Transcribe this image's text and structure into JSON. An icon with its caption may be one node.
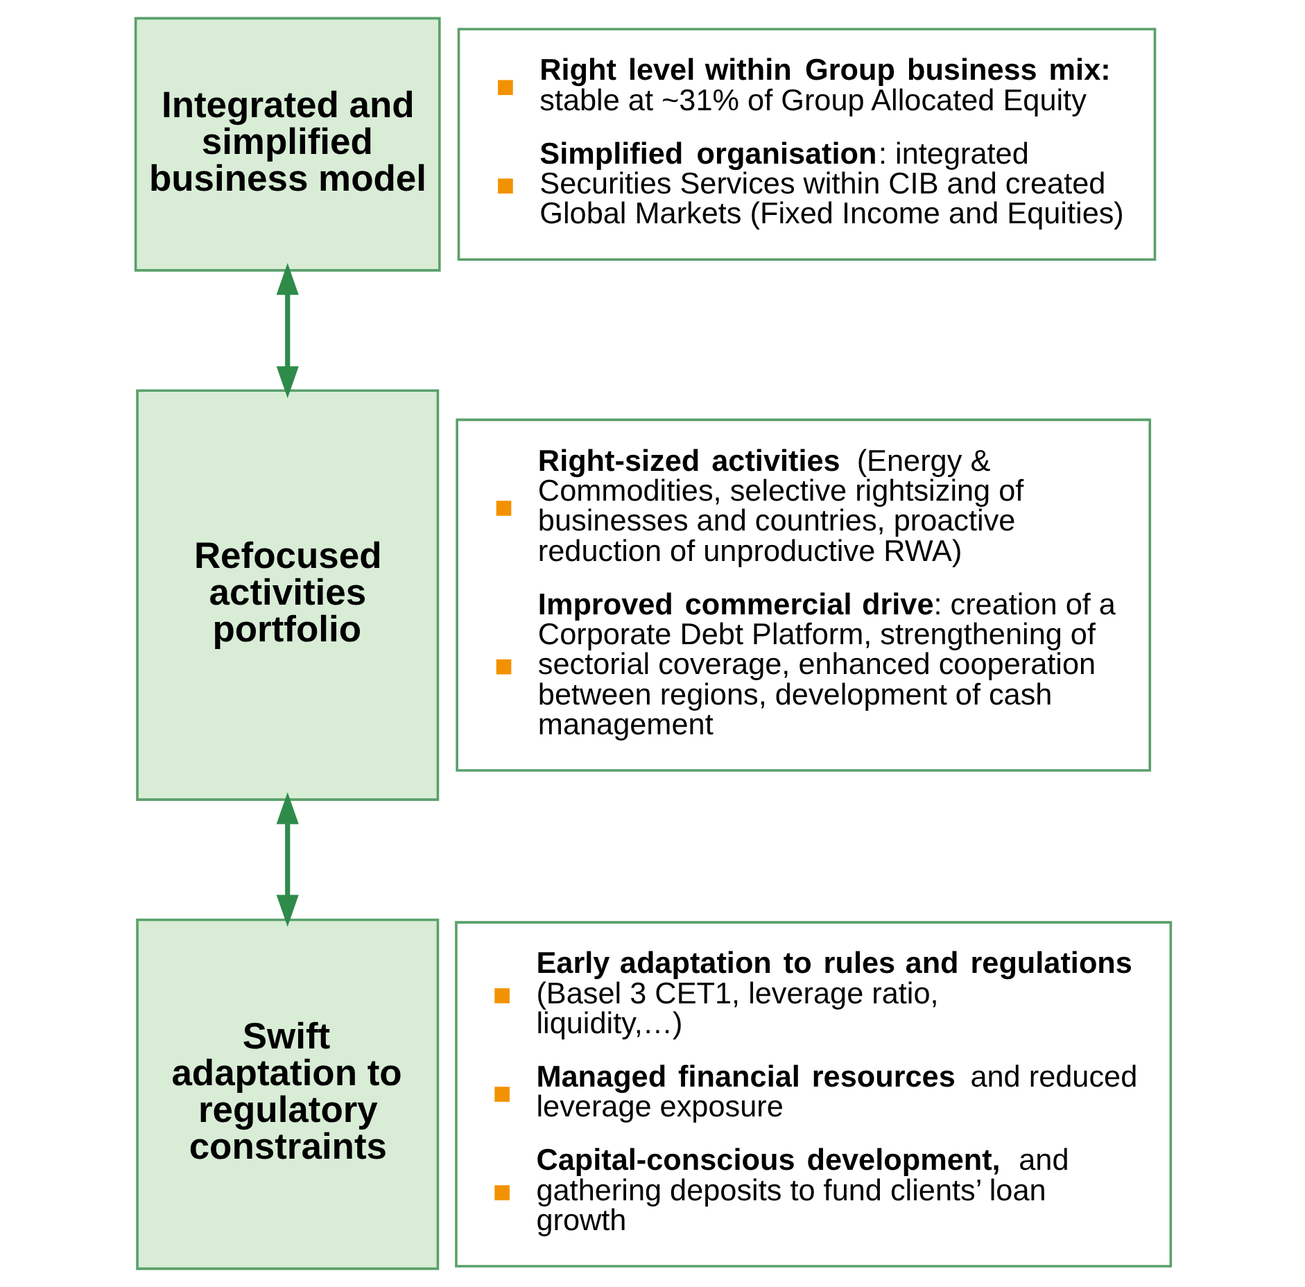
{
  "diagram": {
    "nodes": [
      {
        "text": [
          "Integrated and simplified business model"
        ]
      },
      {
        "text": [
          "**Right level within Group business mix:** stable at ~31% of Group Allocated Equity",
          "**Simplified organisation**: integrated Securities Services within CIB and created Global Markets (Fixed Income and Equities)"
        ]
      },
      {
        "text": [
          "Refocused activities portfolio"
        ]
      },
      {
        "text": [
          "**Right-sized activities** (Energy & Commodities, selective rightsizing of businesses and countries, proactive reduction of unproductive RWA)",
          "**Improved commercial drive**: creation of a Corporate Debt Platform, strengthening of sectorial coverage, enhanced cooperation between regions, development of cash management"
        ]
      },
      {
        "text": [
          "Swift adaptation to regulatory constraints"
        ]
      },
      {
        "text": [
          "**Early adaptation to rules and regulations** (Basel 3 CET1, leverage ratio, liquidity,…)",
          "**Managed financial resources** and reduced leverage exposure",
          "**Capital-conscious development,** and gathering deposits to fund clients’ loan growth"
        ]
      }
    ],
    "edges": [
      {
        "from": 0,
        "to": 2,
        "arrow": "both"
      },
      {
        "from": 2,
        "to": 4,
        "arrow": "both"
      }
    ]
  }
}
